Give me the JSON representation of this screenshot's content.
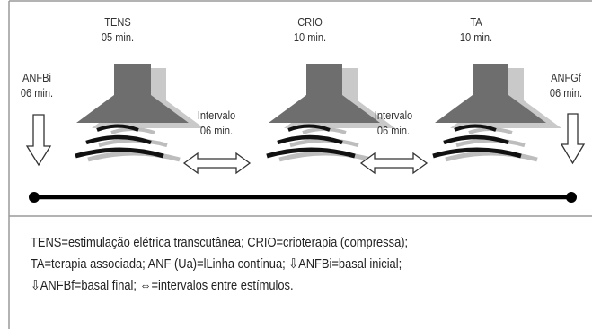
{
  "stations": [
    {
      "name": "TENS",
      "duration": "05 min."
    },
    {
      "name": "CRIO",
      "duration": "10 min."
    },
    {
      "name": "TA",
      "duration": "10 min."
    }
  ],
  "baseline_start": {
    "name": "ANFBi",
    "duration": "06 min."
  },
  "baseline_end": {
    "name": "ANFGf",
    "duration": "06 min."
  },
  "intervals": [
    {
      "name": "Intervalo",
      "duration": "06 min."
    },
    {
      "name": "Intervalo",
      "duration": "06 min."
    }
  ],
  "legend": {
    "line1": "TENS=estimulação elétrica transcutânea; CRIO=crioterapia (compressa);",
    "line2": "TA=terapia associada; ANF (Ua)=lLinha contínua; ⇩ANFBi=basal inicial;",
    "line3": "⇩ANFBf=basal final; ⇔=intervalos entre estímulos."
  },
  "colors": {
    "lamp_front": "#6e6e6e",
    "lamp_shadow": "#c9c9c9",
    "wave_dark": "#111111",
    "wave_light": "#bdbdbd",
    "frame": "#9a9a9a",
    "timeline": "#000000"
  }
}
